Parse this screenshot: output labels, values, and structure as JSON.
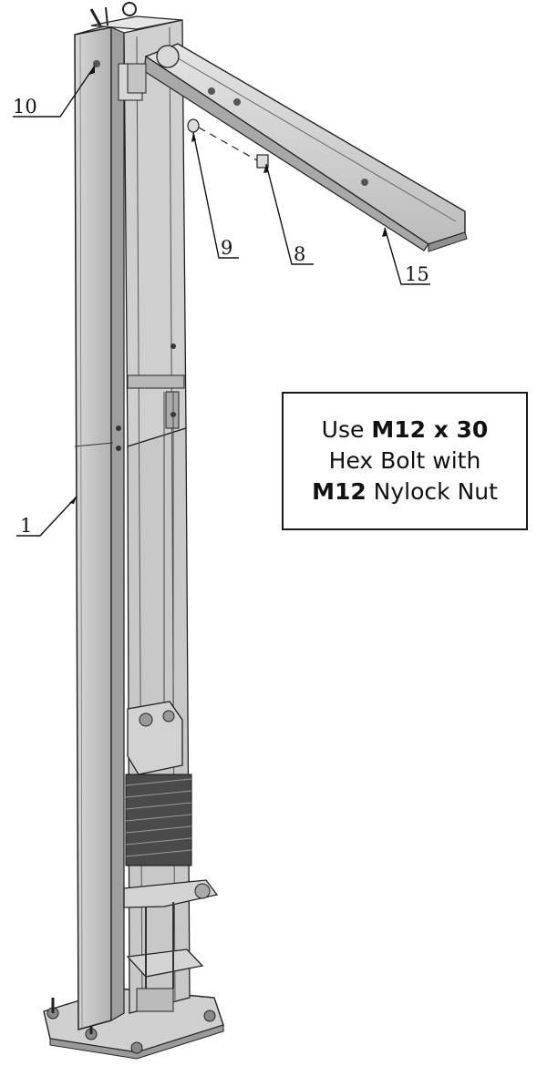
{
  "callouts": [
    {
      "id": "10",
      "label": "10"
    },
    {
      "id": "9",
      "label": "9"
    },
    {
      "id": "8",
      "label": "8"
    },
    {
      "id": "15",
      "label": "15"
    },
    {
      "id": "1",
      "label": "1"
    }
  ],
  "note": {
    "line1_prefix": "Use ",
    "line1_bold": "M12 x 30",
    "line2": "Hex Bolt with",
    "line3_bold": "M12",
    "line3_suffix": " Nylock Nut"
  }
}
